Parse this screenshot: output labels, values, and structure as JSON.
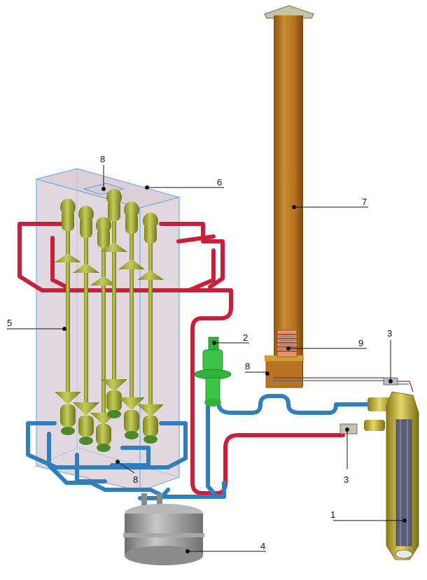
{
  "labels": {
    "l1": "1",
    "l2": "2",
    "l3a": "3",
    "l3b": "3",
    "l4": "4",
    "l5": "5",
    "l6": "6",
    "l7": "7",
    "l8a": "8",
    "l8b": "8",
    "l8c": "8",
    "l9": "9"
  },
  "colors": {
    "hot_pipe": "#c8203a",
    "cold_pipe": "#2f7fc0",
    "chimney": "#b87422",
    "tank_frame": "#5aa6e6",
    "tank_fill": "#c9b8c4",
    "column": "#aab23c",
    "pump": "#2fb33a",
    "vessel": "#9a9a9a",
    "sensor": "#d9c23a"
  }
}
